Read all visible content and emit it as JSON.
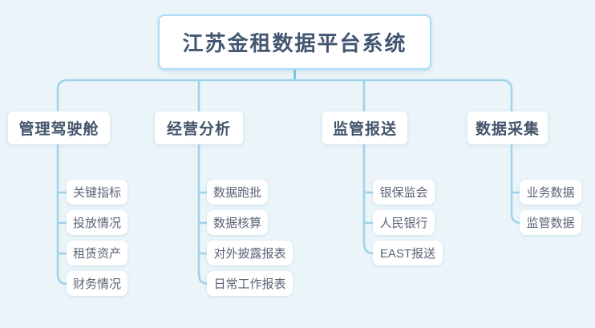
{
  "root": {
    "label": "江苏金租数据平台系统"
  },
  "branches": [
    {
      "label": "管理驾驶舱",
      "children": [
        "关键指标",
        "投放情况",
        "租赁资产",
        "财务情况"
      ]
    },
    {
      "label": "经营分析",
      "children": [
        "数据跑批",
        "数据核算",
        "对外披露报表",
        "日常工作报表"
      ]
    },
    {
      "label": "监管报送",
      "children": [
        "银保监会",
        "人民银行",
        "EAST报送"
      ]
    },
    {
      "label": "数据采集",
      "children": [
        "业务数据",
        "监管数据"
      ]
    }
  ],
  "colors": {
    "background": "#eaf4f9",
    "line": "#9ed3ea",
    "root_stub": "#7cc6e8",
    "node_background": "#ffffff",
    "root_border": "#abdef5",
    "root_text": "#435672",
    "branch_text": "#44546a",
    "child_text": "#5b6576"
  }
}
